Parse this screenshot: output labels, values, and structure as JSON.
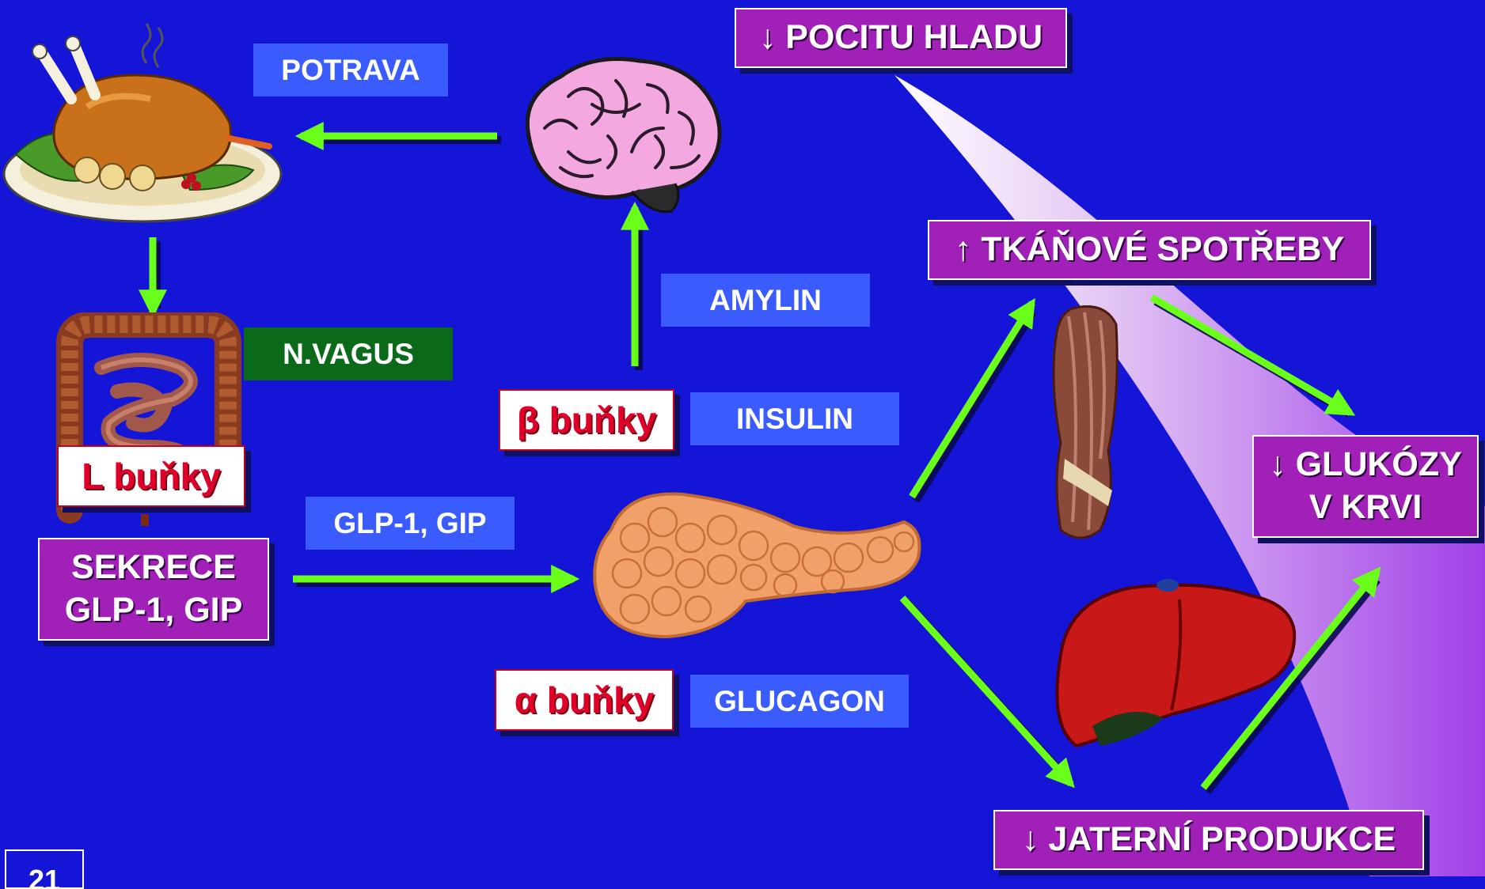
{
  "labels": {
    "potrava": "POTRAVA",
    "n_vagus": "N.VAGUS",
    "amylin": "AMYLIN",
    "insulin": "INSULIN",
    "glp_gip": "GLP-1, GIP",
    "glucagon": "GLUCAGON"
  },
  "cells": {
    "l": "L buňky",
    "beta": "β buňky",
    "alpha": "α buňky"
  },
  "effects": {
    "hunger": "↓ POCITU HLADU",
    "tissue": "↑ TKÁŇOVÉ SPOTŘEBY",
    "glucose_line1": "↓ GLUKÓZY",
    "glucose_line2": "V KRVI",
    "liver": "↓ JATERNÍ PRODUKCE",
    "secretion_line1": "SEKRECE",
    "secretion_line2": "GLP-1, GIP"
  },
  "page_number": "21",
  "colors": {
    "background": "#1515d8",
    "arrow": "#6aff1a",
    "label_blue": "#3a5cff",
    "label_green": "#0a6a1a",
    "box_magenta": "#a020b8",
    "cell_red": "#e0002a"
  },
  "icons": [
    "roast-chicken-icon",
    "brain-icon",
    "intestine-icon",
    "pancreas-icon",
    "muscle-icon",
    "liver-icon"
  ]
}
